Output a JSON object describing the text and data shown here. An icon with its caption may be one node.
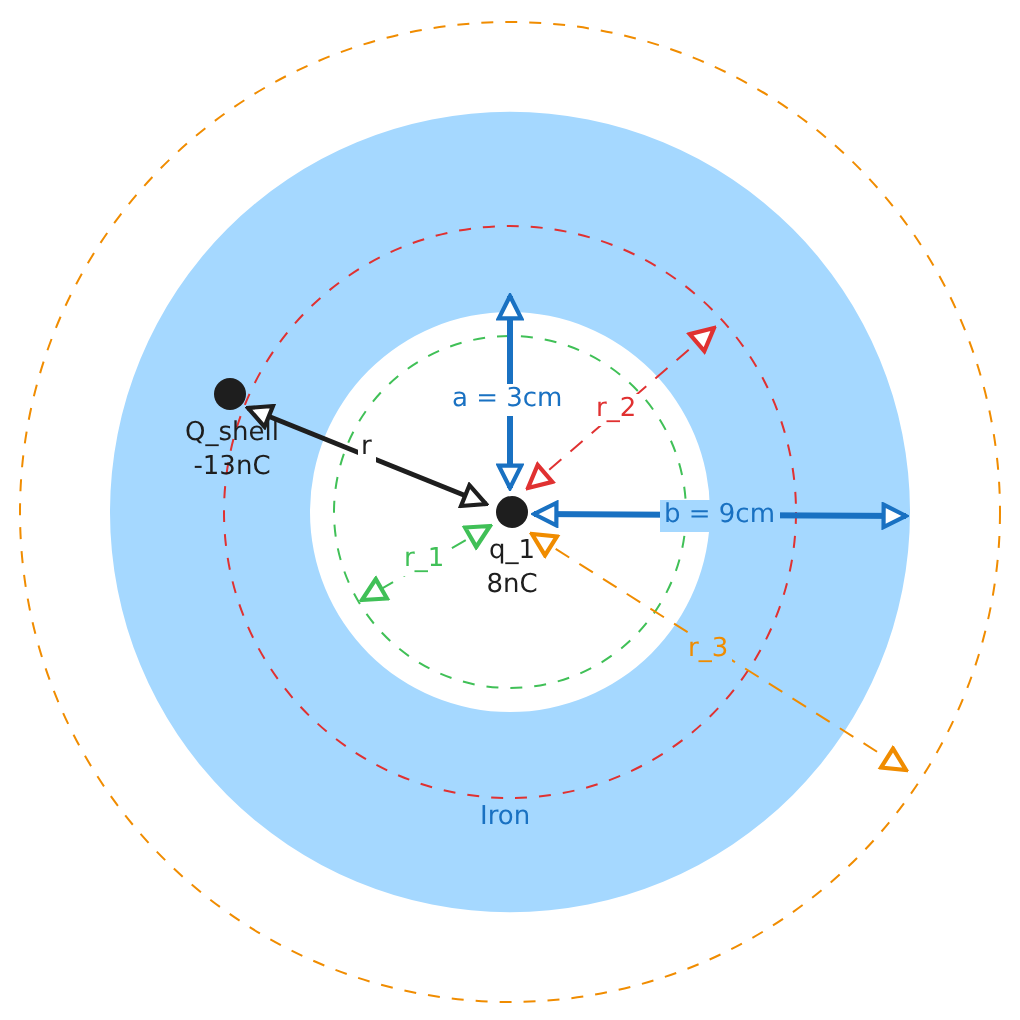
{
  "diagram": {
    "nodes": [
      {
        "text": [
          "Q_shell",
          "-13nC"
        ]
      },
      {
        "text": [
          "q_1",
          "8nC"
        ]
      }
    ],
    "edges": [
      {
        "from": 0,
        "to": 1,
        "arrow": "both",
        "label": "r"
      }
    ],
    "labels": [
      "a = 3cm",
      "r_2",
      "b = 9cm",
      "r_1",
      "r_3",
      "Iron"
    ]
  }
}
